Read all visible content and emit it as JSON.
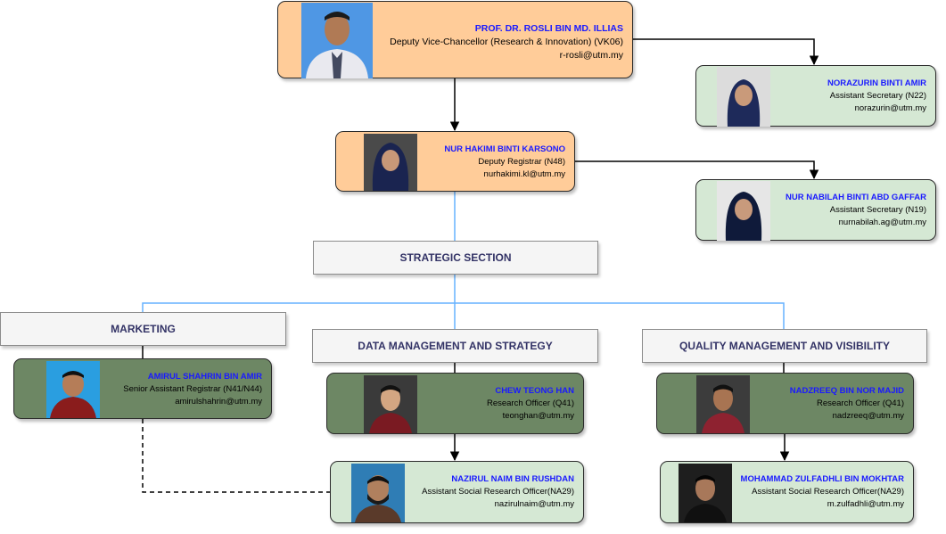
{
  "people": {
    "dvc": {
      "name": "PROF. DR. ROSLI BIN MD. ILLIAS",
      "title": "Deputy Vice-Chancellor (Research & Innovation) (VK06)",
      "email": "r-rosli@utm.my"
    },
    "norazurin": {
      "name": "NORAZURIN BINTI AMIR",
      "title": "Assistant Secretary (N22)",
      "email": "norazurin@utm.my"
    },
    "hakimi": {
      "name": "NUR HAKIMI BINTI KARSONO",
      "title": "Deputy Registrar (N48)",
      "email": "nurhakimi.kl@utm.my"
    },
    "nabilah": {
      "name": "NUR NABILAH BINTI ABD GAFFAR",
      "title": "Assistant Secretary (N19)",
      "email": "nurnabilah.ag@utm.my"
    },
    "amirul": {
      "name": "AMIRUL SHAHRIN BIN AMIR",
      "title": "Senior Assistant Registrar (N41/N44)",
      "email": "amirulshahrin@utm.my"
    },
    "chew": {
      "name": "CHEW TEONG HAN",
      "title": "Research Officer (Q41)",
      "email": "teonghan@utm.my"
    },
    "nadzreeq": {
      "name": "NADZREEQ BIN NOR MAJID",
      "title": "Research Officer (Q41)",
      "email": "nadzreeq@utm.my"
    },
    "nazirul": {
      "name": "NAZIRUL NAIM BIN RUSHDAN",
      "title": "Assistant Social Research Officer(NA29)",
      "email": "nazirulnaim@utm.my"
    },
    "zulfadhli": {
      "name": "MOHAMMAD ZULFADHLI BIN MOKHTAR",
      "title": "Assistant Social Research Officer(NA29)",
      "email": "m.zulfadhli@utm.my"
    }
  },
  "sections": {
    "strategic": "STRATEGIC SECTION",
    "marketing": "MARKETING",
    "data": "DATA MANAGEMENT AND STRATEGY",
    "quality": "QUALITY MANAGEMENT AND VISIBILITY"
  },
  "colors": {
    "orange_card": "#ffcc99",
    "light_green_card": "#d5e8d4",
    "dark_green_card": "#6d8764",
    "name_text": "#1a1aff",
    "section_text": "#333366",
    "blue_connector": "#66b2ff"
  }
}
